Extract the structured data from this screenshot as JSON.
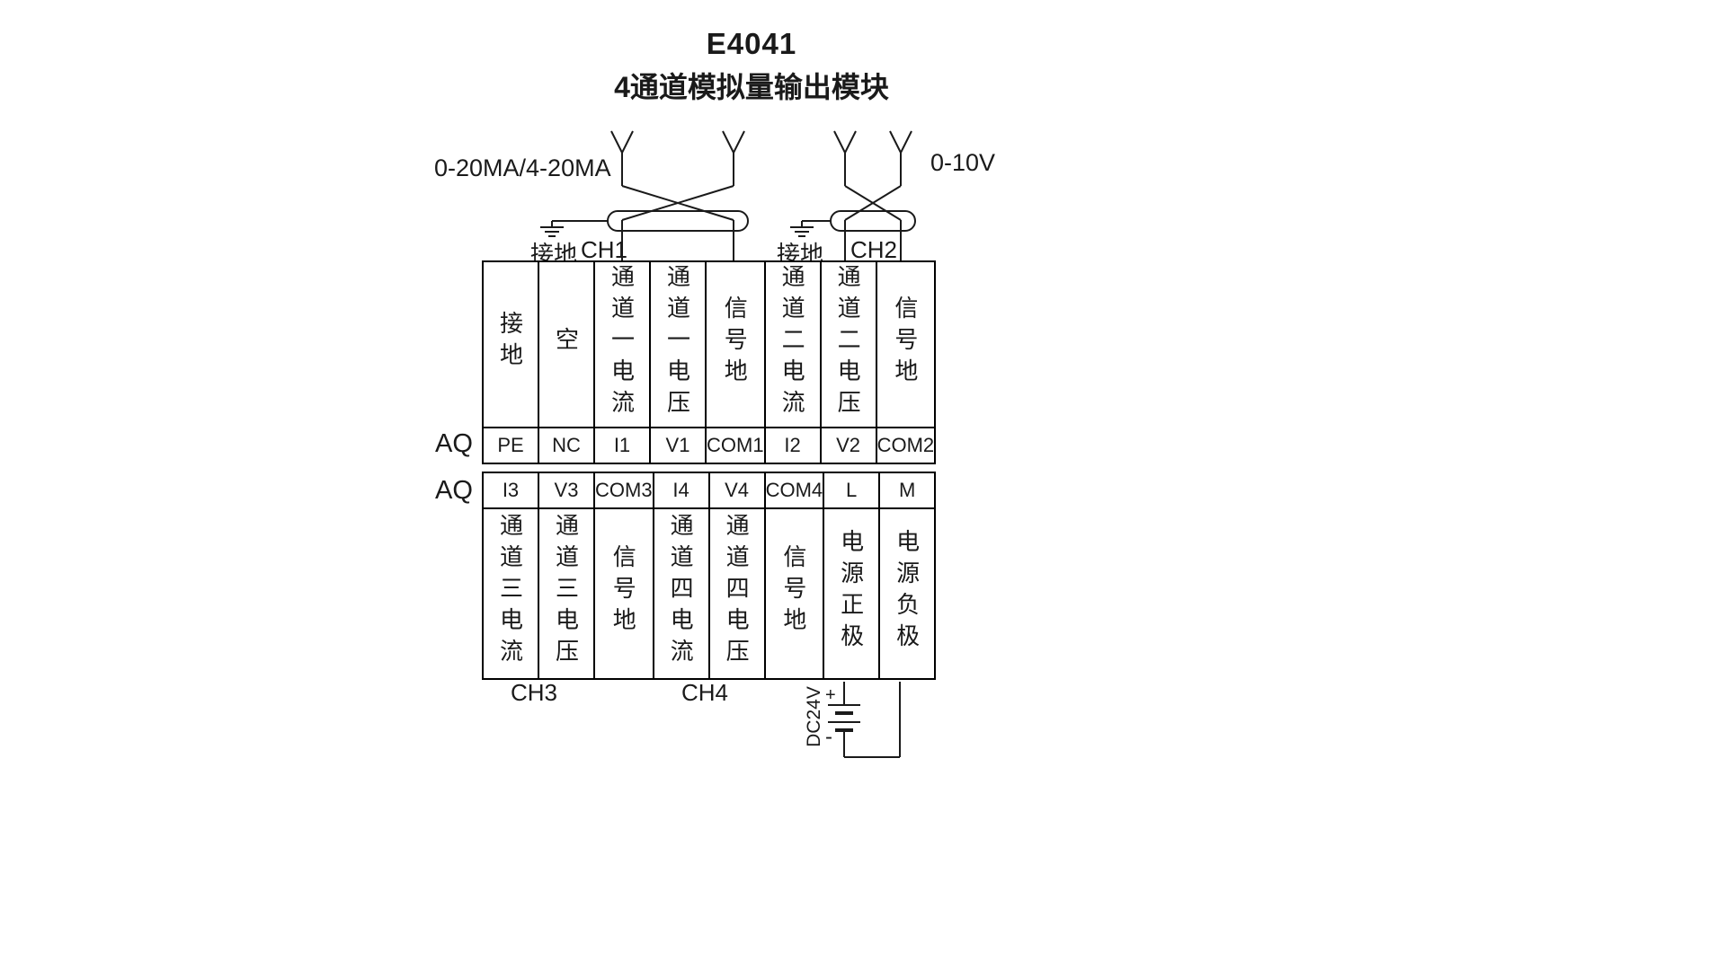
{
  "title": {
    "line1": "E4041",
    "line2": "4通道模拟量输出模块"
  },
  "wiring": {
    "left_label": "0-20MA/4-20MA",
    "right_label": "0-10V",
    "ground_label_1": "接地",
    "ch1_label": "CH1",
    "ground_label_2": "接地",
    "ch2_label": "CH2"
  },
  "aq_label_top": "AQ",
  "aq_label_bottom": "AQ",
  "table_top": {
    "headers": [
      "接地",
      "空",
      "通道一电流",
      "通道一电压",
      "信号地",
      "通道二电流",
      "通道二电压",
      "信号地"
    ],
    "terminals": [
      "PE",
      "NC",
      "I1",
      "V1",
      "COM1",
      "I2",
      "V2",
      "COM2"
    ]
  },
  "table_bottom": {
    "terminals": [
      "I3",
      "V3",
      "COM3",
      "I4",
      "V4",
      "COM4",
      "L",
      "M"
    ],
    "headers": [
      "通道三电流",
      "通道三电压",
      "信号地",
      "通道四电流",
      "通道四电压",
      "信号地",
      "电源正极",
      "电源负极"
    ]
  },
  "footer": {
    "ch3_label": "CH3",
    "ch4_label": "CH4"
  },
  "power": {
    "plus": "+",
    "minus": "-",
    "dc_label": "DC24V"
  },
  "colors": {
    "line": "#1a1a1a",
    "background": "#ffffff"
  }
}
